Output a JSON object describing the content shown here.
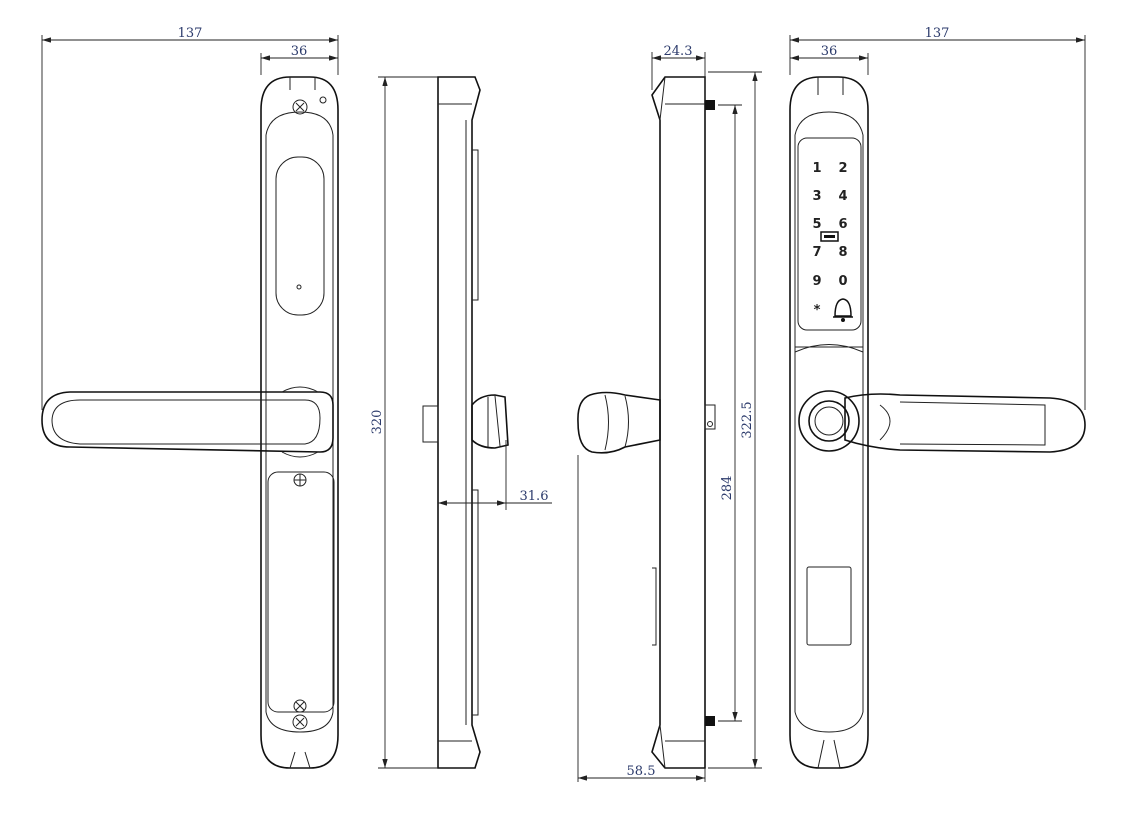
{
  "title": "Smart lock dimension drawing",
  "dimensions": {
    "left_width": "137",
    "left_plate_width": "36",
    "side_height": "320",
    "spindle_projection": "31.6",
    "side_depth": "24.3",
    "overall_depth": "58.5",
    "fixing_centres": "284",
    "overall_height": "322.5",
    "right_plate_width": "36",
    "right_width": "137"
  },
  "keypad": {
    "keys": [
      "1",
      "2",
      "3",
      "4",
      "5",
      "6",
      "7",
      "8",
      "9",
      "0",
      "*"
    ],
    "bell_icon": "bell-icon",
    "card_icon": "card-reader-icon"
  },
  "colors": {
    "lines": "#111111",
    "dimension_text": "#2b3a6b"
  }
}
